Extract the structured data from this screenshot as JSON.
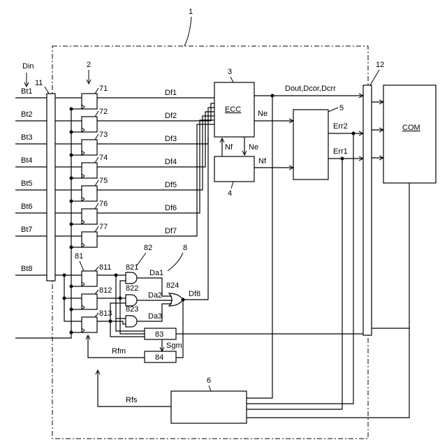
{
  "labels": {
    "device": "1",
    "din": "Din",
    "bus_in": "11",
    "latch_group": "2",
    "ecc_ref": "3",
    "ecc": "ECC",
    "block4": "4",
    "err_block": "5",
    "block6": "6",
    "voter": "8",
    "latch81": "81",
    "gate82": "82",
    "bus_out": "12",
    "com": "COM",
    "dout": "Dout,Dcor,Dcrr",
    "ne1": "Ne",
    "ne2": "Ne",
    "nf1": "Nf",
    "nf2": "Nf",
    "err2": "Err2",
    "err1": "Err1",
    "da1": "Da1",
    "da2": "Da2",
    "da3": "Da3",
    "df8": "Df8",
    "b83": "83",
    "b84": "84",
    "sgm": "Sgm",
    "rfm": "Rfm",
    "rfs": "Rfs",
    "g821": "821",
    "g822": "822",
    "g823": "823",
    "g824": "824"
  },
  "bits": [
    "Bt1",
    "Bt2",
    "Bt3",
    "Bt4",
    "Bt5",
    "Bt6",
    "Bt7",
    "Bt8"
  ],
  "latches": [
    "71",
    "72",
    "73",
    "74",
    "75",
    "76",
    "77"
  ],
  "dfs": [
    "Df1",
    "Df2",
    "Df3",
    "Df4",
    "Df5",
    "Df6",
    "Df7"
  ],
  "latches8": [
    "811",
    "812",
    "813"
  ]
}
